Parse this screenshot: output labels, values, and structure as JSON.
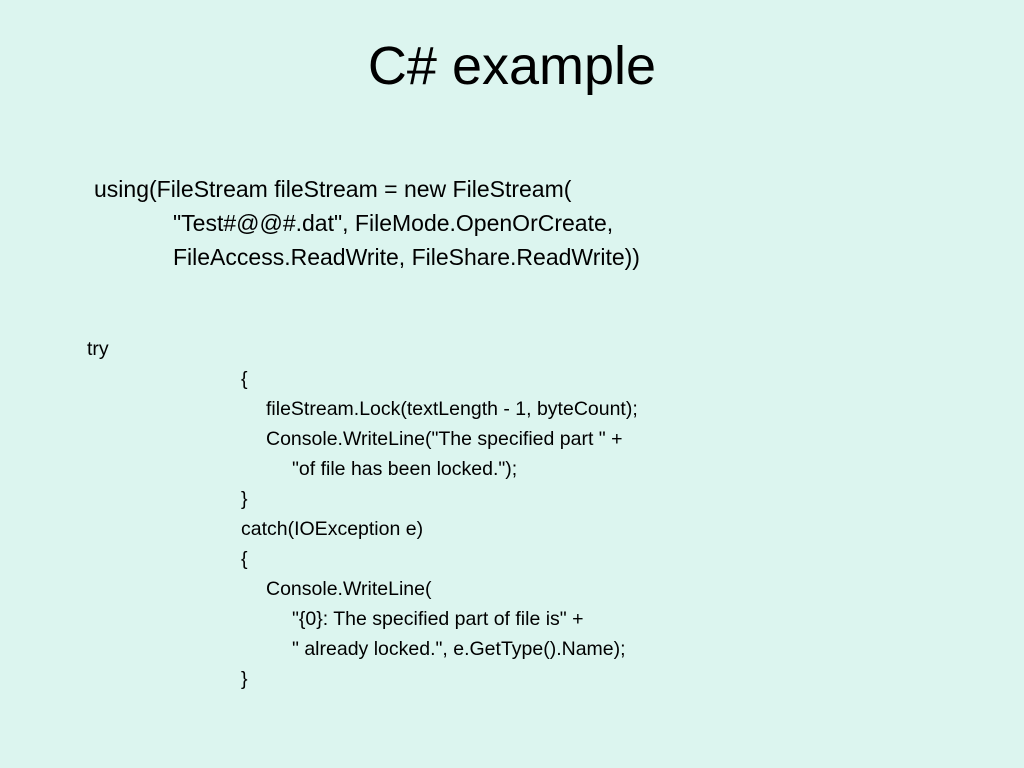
{
  "slide": {
    "title": "C# example",
    "using_lines": [
      "using(FileStream fileStream = new FileStream(",
      "\"Test#@@#.dat\", FileMode.OpenOrCreate,",
      "FileAccess.ReadWrite, FileShare.ReadWrite))"
    ],
    "try_lines": [
      "try",
      "{",
      "fileStream.Lock(textLength - 1, byteCount);",
      "Console.WriteLine(\"The specified part \" +",
      "\"of file has been locked.\");",
      "}",
      "catch(IOException e)",
      "{",
      "Console.WriteLine(",
      "\"{0}: The specified part of file is\" +",
      "\" already locked.\", e.GetType().Name);",
      "}"
    ]
  },
  "colors": {
    "background": "#dcf5ef",
    "text": "#000000"
  }
}
